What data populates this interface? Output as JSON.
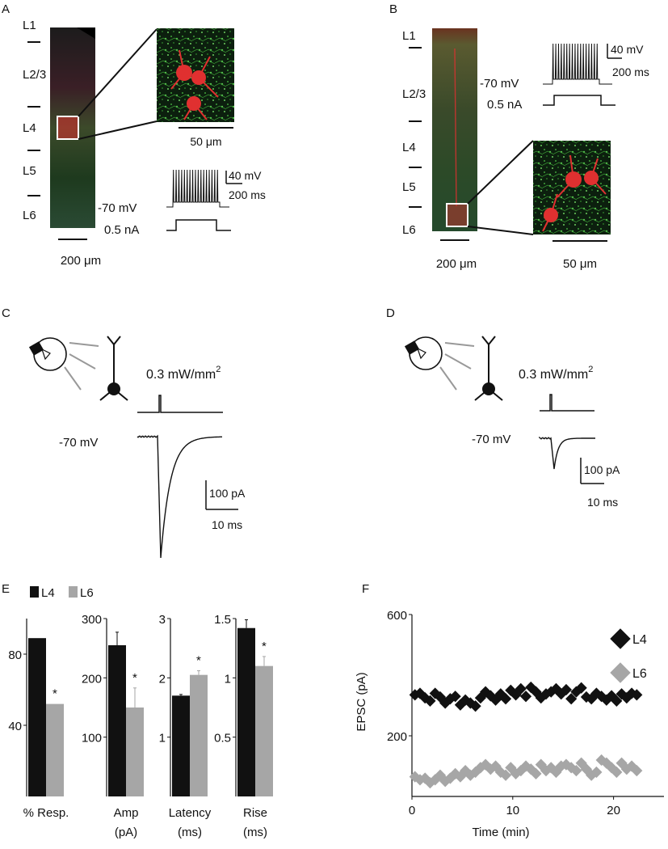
{
  "panels": {
    "A": {
      "letter": "A",
      "layers": [
        "L1",
        "L2/3",
        "L4",
        "L5",
        "L6"
      ],
      "scale_bar": "200 μm",
      "inset_scale": "50 μm",
      "trace": {
        "vm": "-70 mV",
        "current": "0.5 nA",
        "scale_v": "40 mV",
        "scale_t": "200 ms"
      }
    },
    "B": {
      "letter": "B",
      "layers": [
        "L1",
        "L2/3",
        "L4",
        "L5",
        "L6"
      ],
      "scale_bar": "200 μm",
      "inset_scale": "50 μm",
      "trace": {
        "vm": "-70 mV",
        "current": "0.5 nA",
        "scale_v": "40 mV",
        "scale_t": "200 ms"
      }
    },
    "C": {
      "letter": "C",
      "light": "0.3 mW/mm",
      "light_exp": "2",
      "vm": "-70 mV",
      "scale_i": "100 pA",
      "scale_t": "10 ms"
    },
    "D": {
      "letter": "D",
      "light": "0.3 mW/mm",
      "light_exp": "2",
      "vm": "-70 mV",
      "scale_i": "100 pA",
      "scale_t": "10 ms"
    },
    "E": {
      "letter": "E"
    },
    "F": {
      "letter": "F"
    }
  },
  "colors": {
    "l4": "#111111",
    "l6": "#a6a6a6",
    "red": "#e03030",
    "green": "#3fa23a"
  },
  "chart_data": [
    {
      "type": "bar",
      "panel": "E",
      "legend": [
        "L4",
        "L6"
      ],
      "groups": [
        {
          "xlabel": [
            "% Resp."
          ],
          "ylim": [
            0,
            100
          ],
          "yticks": [
            40,
            80
          ],
          "l4": 89,
          "l6": 52,
          "l4_err": 0,
          "l6_err": 0,
          "sig": "*"
        },
        {
          "xlabel": [
            "Amp",
            "(pA)"
          ],
          "ylim": [
            0,
            300
          ],
          "yticks": [
            100,
            200,
            300
          ],
          "l4": 255,
          "l6": 150,
          "l4_err": 22,
          "l6_err": 33,
          "sig": "*"
        },
        {
          "xlabel": [
            "Latency",
            "(ms)"
          ],
          "ylim": [
            0,
            3
          ],
          "yticks": [
            1,
            2,
            3
          ],
          "l4": 1.7,
          "l6": 2.05,
          "l4_err": 0.02,
          "l6_err": 0.07,
          "sig": "*"
        },
        {
          "xlabel": [
            "Rise",
            "(ms)"
          ],
          "ylim": [
            0,
            1.5
          ],
          "yticks": [
            0.5,
            1,
            1.5
          ],
          "l4": 1.42,
          "l6": 1.1,
          "l4_err": 0.07,
          "l6_err": 0.08,
          "sig": "*"
        }
      ]
    },
    {
      "type": "scatter",
      "panel": "F",
      "xlabel": "Time (min)",
      "ylabel": "EPSC (pA)",
      "xlim": [
        0,
        25
      ],
      "ylim": [
        0,
        600
      ],
      "xticks": [
        0,
        10,
        20
      ],
      "yticks": [
        200,
        600
      ],
      "series": [
        {
          "name": "L4",
          "x": [
            0.3,
            0.8,
            1.3,
            1.8,
            2.3,
            2.8,
            3.3,
            3.8,
            4.3,
            4.8,
            5.3,
            5.8,
            6.3,
            6.8,
            7.3,
            7.8,
            8.3,
            8.8,
            9.3,
            9.8,
            10.3,
            10.8,
            11.3,
            11.8,
            12.3,
            12.8,
            13.3,
            13.8,
            14.3,
            14.8,
            15.3,
            15.8,
            16.3,
            16.8,
            17.3,
            17.8,
            18.3,
            18.8,
            19.3,
            19.8,
            20.3,
            20.8,
            21.3,
            21.8,
            22.3
          ],
          "y": [
            335,
            340,
            325,
            315,
            340,
            328,
            308,
            322,
            330,
            302,
            318,
            308,
            298,
            325,
            345,
            332,
            318,
            338,
            322,
            350,
            335,
            355,
            330,
            360,
            345,
            325,
            338,
            345,
            355,
            338,
            352,
            322,
            345,
            358,
            328,
            322,
            340,
            330,
            318,
            332,
            315,
            338,
            325,
            340,
            335
          ]
        },
        {
          "name": "L6",
          "x": [
            0.3,
            0.8,
            1.3,
            1.8,
            2.3,
            2.8,
            3.3,
            3.8,
            4.3,
            4.8,
            5.3,
            5.8,
            6.3,
            6.8,
            7.3,
            7.8,
            8.3,
            8.8,
            9.3,
            9.8,
            10.3,
            10.8,
            11.3,
            11.8,
            12.3,
            12.8,
            13.3,
            13.8,
            14.3,
            14.8,
            15.3,
            15.8,
            16.3,
            16.8,
            17.3,
            17.8,
            18.3,
            18.8,
            19.3,
            19.8,
            20.3,
            20.8,
            21.3,
            21.8,
            22.3
          ],
          "y": [
            65,
            55,
            60,
            45,
            55,
            70,
            50,
            60,
            75,
            65,
            85,
            70,
            80,
            95,
            105,
            90,
            100,
            80,
            70,
            95,
            75,
            85,
            100,
            90,
            75,
            105,
            85,
            95,
            80,
            100,
            105,
            95,
            85,
            110,
            90,
            70,
            80,
            120,
            110,
            95,
            80,
            110,
            90,
            100,
            85
          ]
        }
      ]
    }
  ]
}
